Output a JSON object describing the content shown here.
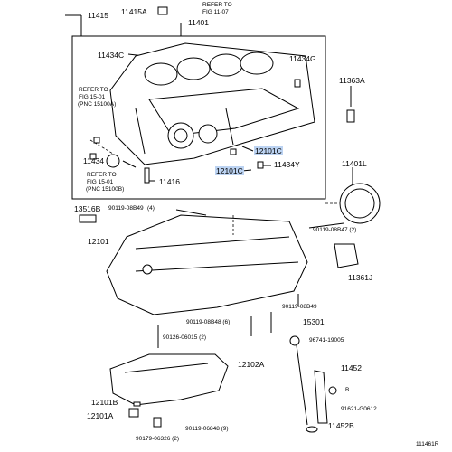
{
  "colors": {
    "highlight": "#bcd3f2",
    "ink": "#000000",
    "paper": "#ffffff"
  },
  "refs": {
    "top_refer_line1": "REFER TO",
    "top_refer_line2": "FIG 11-07",
    "left_refer_line1": "REFER TO",
    "left_refer_line2": "FIG 15-01",
    "left_refer_line3": "(PNC 15100A)",
    "bottom_refer_line1": "REFER TO",
    "bottom_refer_line2": "FIG 15-01",
    "bottom_refer_line3": "(PNC 15100B)"
  },
  "parts": {
    "p11415": "11415",
    "p11415A": "11415A",
    "p11401": "11401",
    "p11434C": "11434C",
    "p11434G": "11434G",
    "p11363A": "11363A",
    "p12101C_a": "12101C",
    "p12101C_b": "12101C",
    "p11434Y": "11434Y",
    "p11434": "11434",
    "p11416": "11416",
    "p11401L": "11401L",
    "p13516B": "13516B",
    "p90119_08B49_4": "90119-08B49",
    "q4": "(4)",
    "p12101": "12101",
    "p90119_08B47_2": "90119-08B47 (2)",
    "p11361J": "11361J",
    "p90119_08B49": "90119-08B49",
    "p90119_08B48_6": "90119-08B48 (6)",
    "p15301": "15301",
    "p90126_06015_2": "90126-06015 (2)",
    "p96741_19005": "96741-19005",
    "p12102A": "12102A",
    "p11452": "11452",
    "p12101B": "12101B",
    "p91621_G0612": "91621-G0612",
    "p12101A": "12101A",
    "p90119_06848_9": "90119-06848 (9)",
    "p11452B": "11452B",
    "p90179_06326_2": "90179-06326 (2)",
    "p_callout_B": "B"
  },
  "figure_id": "111461R"
}
